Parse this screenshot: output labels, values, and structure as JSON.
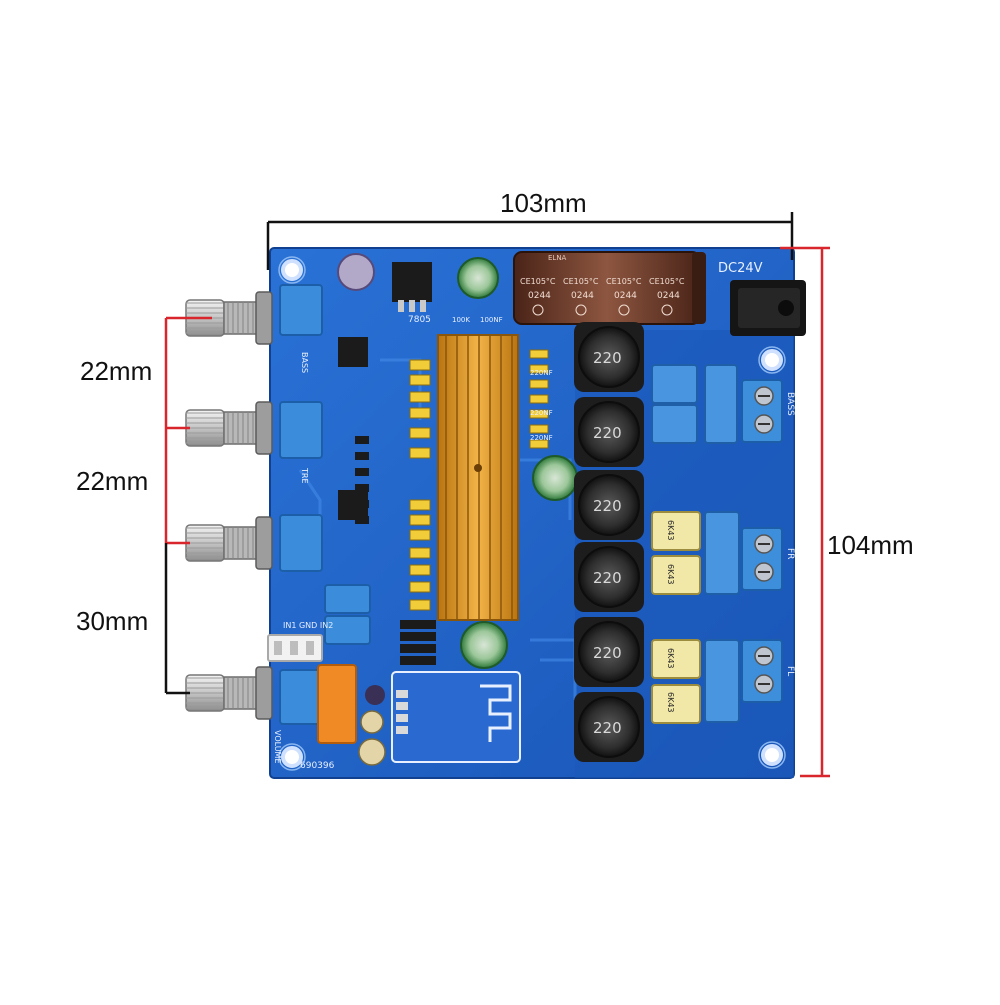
{
  "dimensions": {
    "width_label": "103mm",
    "height_label": "104mm",
    "spacing_1": "22mm",
    "spacing_2": "22mm",
    "spacing_3": "30mm"
  },
  "board": {
    "power_label": "DC24V",
    "regulator": "7805",
    "board_code": "690396",
    "knob_labels": [
      "BASS",
      "TRE",
      "VOLUME"
    ],
    "inputs": "IN1 GND IN2",
    "caps": [
      "CE105°C",
      "CE105°C",
      "CE105°C",
      "CE105°C"
    ],
    "cap_value": "0244",
    "inductor_value": "220",
    "film_cap": "6K43",
    "small_values": [
      "100K",
      "100NF",
      "220NF",
      "220NF",
      "220NF"
    ],
    "terminals": [
      "BASS",
      "FR",
      "FL"
    ],
    "cap_brand": "ELNA"
  },
  "colors": {
    "pcb": "#1f63c8",
    "pcb_dark": "#174fa8",
    "heatsink": "#d9911c",
    "capacitor": "#6b3a2a",
    "inductor": "#2b2b2b",
    "terminal": "#3d8fdb",
    "dimension_red": "#d8262c",
    "dimension_black": "#111111"
  }
}
